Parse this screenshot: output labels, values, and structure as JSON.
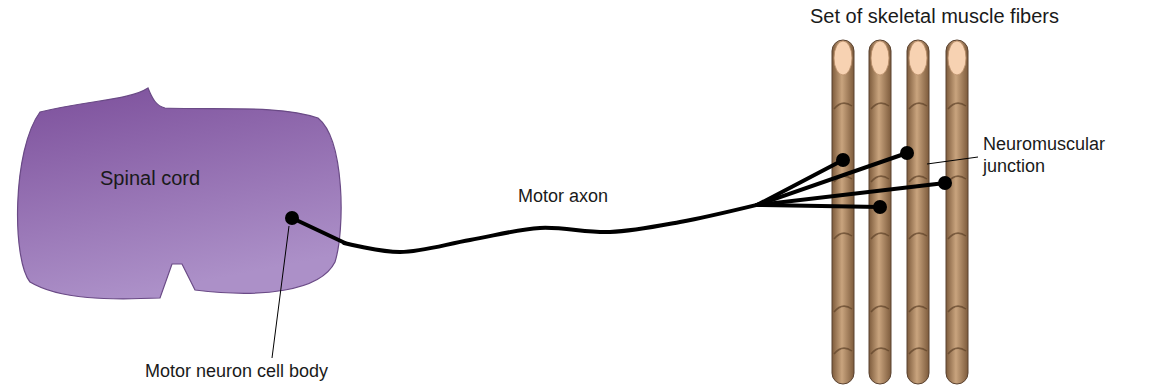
{
  "diagram": {
    "nodes": [
      {
        "text": [
          "Spinal cord"
        ]
      },
      {
        "text": [
          "Set of skeletal muscle fibers"
        ]
      }
    ],
    "edges": [
      {
        "from": 0,
        "to": 1,
        "arrow": "none",
        "label": "Motor axon"
      }
    ],
    "labels": [
      "Neuromuscular junction",
      "Motor neuron cell body"
    ]
  }
}
